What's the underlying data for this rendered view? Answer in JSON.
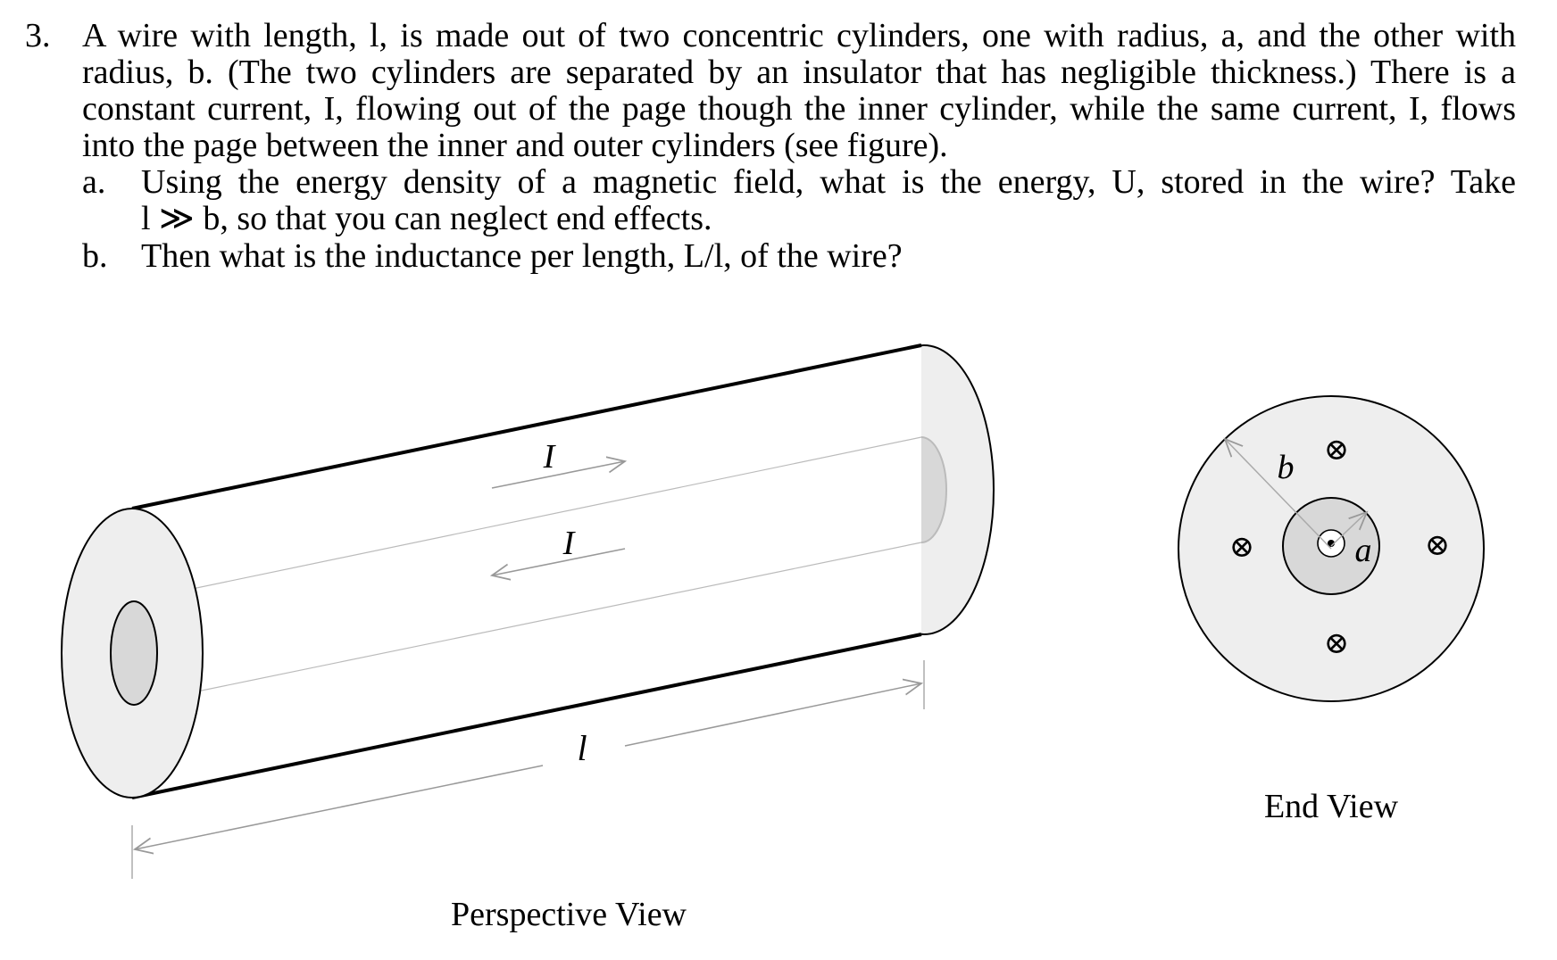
{
  "problem": {
    "number": "3.",
    "stem_lines": [
      "A wire with length, l, is made out of two concentric cylinders, one with radius, a, and the other with",
      "radius, b. (The two cylinders are separated by an insulator that has negligible thickness.) There is a",
      "constant current, I, flowing out of the page though the inner cylinder, while the same current, I, flows",
      "into the page between the inner and outer cylinders (see figure)."
    ],
    "parts": [
      {
        "label": "a.",
        "lines": [
          "Using the energy density of a magnetic field, what is the energy, U, stored in the wire? Take",
          "l ≫ b, so that you can neglect end effects."
        ]
      },
      {
        "label": "b.",
        "lines": [
          "Then what is the inductance per length, L/l, of the wire?"
        ]
      }
    ]
  },
  "figure": {
    "perspective": {
      "caption": "Perspective View",
      "current_label_top": "I",
      "current_label_bottom": "I",
      "length_label": "l"
    },
    "end_view": {
      "caption": "End View",
      "outer_radius_label": "b",
      "inner_radius_label": "a",
      "into_page_symbol": "⊗"
    },
    "colors": {
      "outer_fill": "#eeeeee",
      "inner_fill": "#d8d8d8",
      "guide_lines": "#b8b8b8"
    }
  }
}
